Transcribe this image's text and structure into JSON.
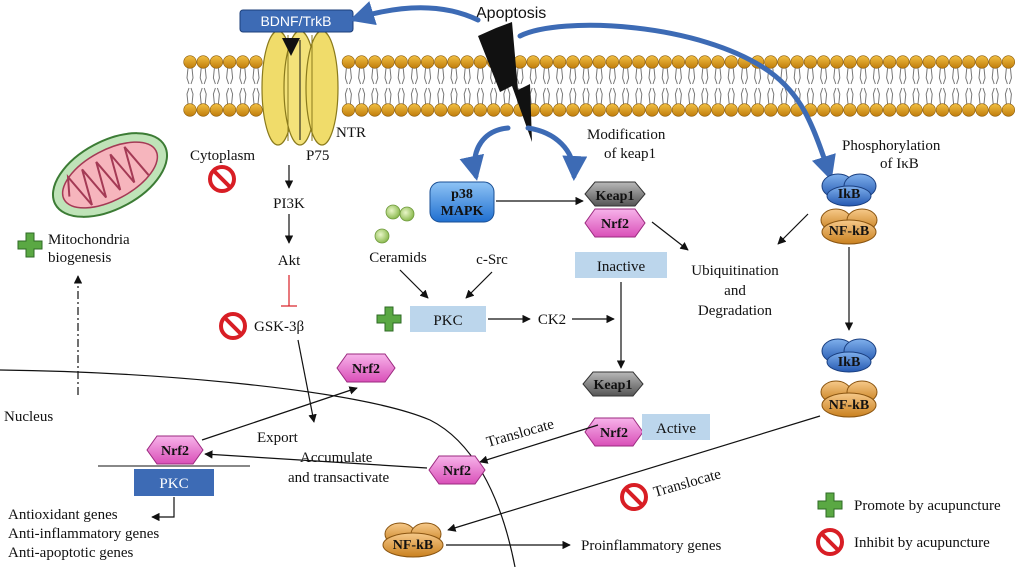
{
  "colors": {
    "membrane_head": "#e3a21a",
    "receptor": "#f0dc6a",
    "arrow_blue": "#3d6bb5",
    "pink": "#e86fc9",
    "light_blue_box": "#bcd6ec",
    "dark_blue_box": "#3d6bb5",
    "p38_blue": "#3a8ee0",
    "orange": "#de9b3b",
    "green_plus": "#5aa843",
    "red_inhibit": "#d81e25",
    "mito_fill": "#f6b5bd",
    "mito_outer": "#bfe3b8"
  },
  "labels": {
    "bdnf_trkb": "BDNF/TrkB",
    "apoptosis": "Apoptosis",
    "ntr": "NTR",
    "p75": "P75",
    "cytoplasm": "Cytoplasm",
    "modification": "Modification",
    "of_keap1": "of keap1",
    "phosphorylation": "Phosphorylation",
    "of_ikb": "of IκB",
    "mito_line1": "Mitochondria",
    "mito_line2": "biogenesis",
    "pi3k": "PI3K",
    "akt": "Akt",
    "gsk3b": "GSK-3β",
    "p38_line1": "p38",
    "p38_line2": "MAPK",
    "keap1": "Keap1",
    "nrf2": "Nrf2",
    "inactive": "Inactive",
    "active": "Active",
    "ceramids": "Ceramids",
    "csrc": "c-Src",
    "pkc": "PKC",
    "ck2": "CK2",
    "ubiq1": "Ubiquitination",
    "ubiq2": "and",
    "ubiq3": "Degradation",
    "ikb": "IkB",
    "nfkb": "NF-kB",
    "nucleus": "Nucleus",
    "export": "Export",
    "translocate": "Translocate",
    "accumulate1": "Accumulate",
    "accumulate2": "and transactivate",
    "gene1": "Antioxidant genes",
    "gene2": "Anti-inflammatory genes",
    "gene3": "Anti-apoptotic genes",
    "proinflammatory": "Proinflammatory genes",
    "legend_promote": "Promote by acupuncture",
    "legend_inhibit": "Inhibit by acupuncture"
  }
}
